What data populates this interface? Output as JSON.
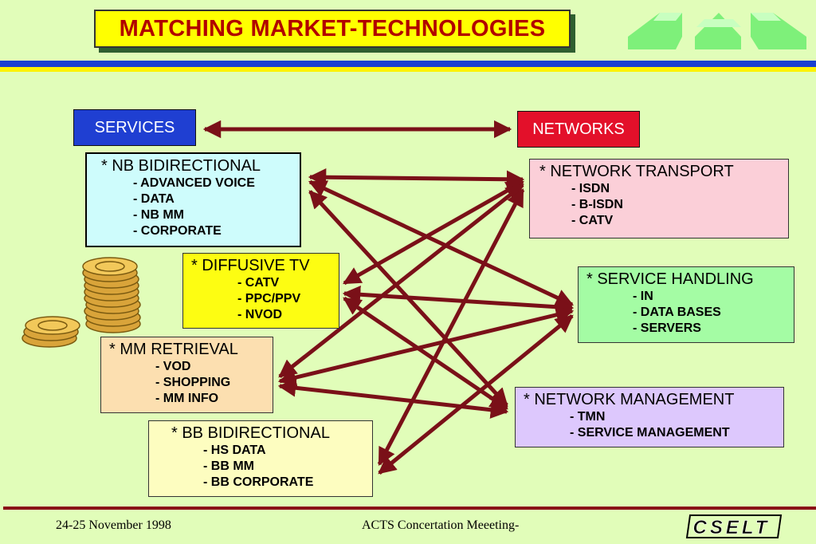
{
  "title": "MATCHING MARKET-TECHNOLOGIES",
  "headers": {
    "services": "SERVICES",
    "networks": "NETWORKS"
  },
  "services": [
    {
      "title": "* NB BIDIRECTIONAL",
      "items": [
        "- ADVANCED VOICE",
        "- DATA",
        "- NB MM",
        "- CORPORATE"
      ]
    },
    {
      "title": "* DIFFUSIVE TV",
      "items": [
        "- CATV",
        "- PPC/PPV",
        "- NVOD"
      ]
    },
    {
      "title": "* MM RETRIEVAL",
      "items": [
        "- VOD",
        "- SHOPPING",
        "- MM INFO"
      ]
    },
    {
      "title": "* BB BIDIRECTIONAL",
      "items": [
        "- HS DATA",
        "- BB MM",
        "- BB CORPORATE"
      ]
    }
  ],
  "networks": [
    {
      "title": "* NETWORK TRANSPORT",
      "items": [
        "- ISDN",
        "- B-ISDN",
        "- CATV"
      ]
    },
    {
      "title": "* SERVICE HANDLING",
      "items": [
        "- IN",
        "- DATA BASES",
        "- SERVERS"
      ]
    },
    {
      "title": "* NETWORK MANAGEMENT",
      "items": [
        "- TMN",
        "- SERVICE MANAGEMENT"
      ]
    }
  ],
  "footer": {
    "date": "24-25 November 1998",
    "event": "ACTS Concertation Meeeting-",
    "logo": "CSELT"
  },
  "colors": {
    "background": "#e1fdb9",
    "title_text": "#b10000",
    "arrow": "#7a1018",
    "services_header": "#1f3fd2",
    "networks_header": "#e3102a"
  }
}
